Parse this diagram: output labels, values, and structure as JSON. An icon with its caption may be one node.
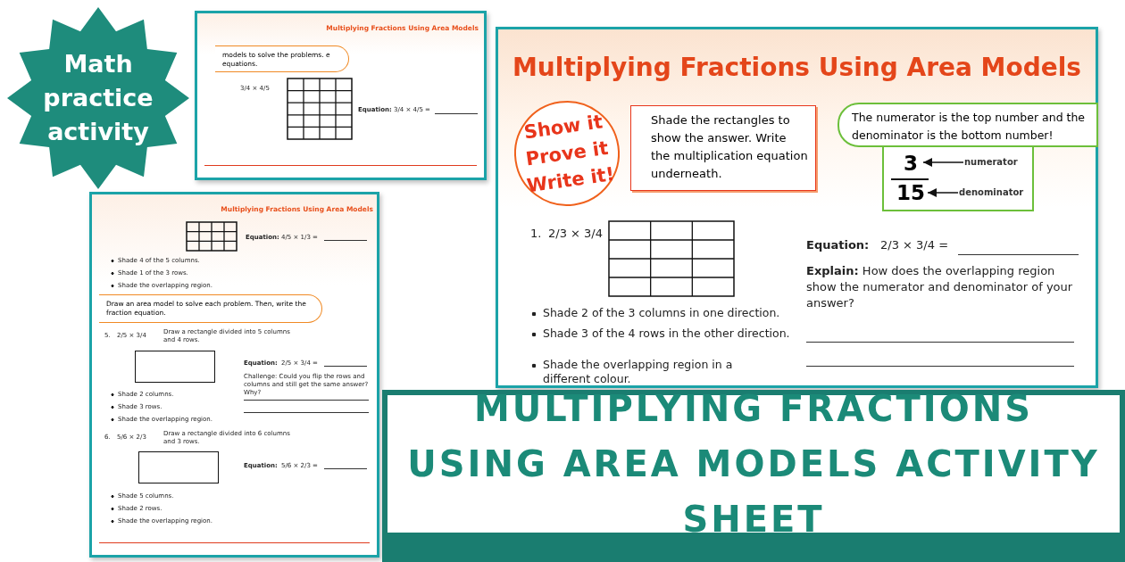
{
  "diagram": {
    "nodes": [
      {
        "text": [
          "Math practice activity"
        ]
      },
      {
        "text": [
          "Multiplying Fractions Using Area Models"
        ]
      },
      {
        "text": [
          "models to solve the problems. e equations."
        ],
        "in": 1
      },
      {
        "text": [
          "Multiplying Fractions Using Area Models"
        ]
      },
      {
        "text": [
          "Draw an area model to solve each problem. Then, write the fraction equation."
        ],
        "in": 3
      },
      {
        "text": [
          "Multiplying Fractions Using Area Models"
        ]
      },
      {
        "text": [
          "Show it Prove it Write it!"
        ],
        "in": 5
      },
      {
        "text": [
          "Shade the rectangles to show the answer. Write the multiplication equation underneath."
        ],
        "in": 5
      },
      {
        "text": [
          "The numerator is the top number and the denominator is the bottom number!"
        ],
        "in": 5
      },
      {
        "text": [],
        "shape": "box",
        "in": 5
      },
      {
        "text": [
          "3"
        ],
        "in": 9
      },
      {
        "text": [
          "15"
        ],
        "in": 9
      },
      {
        "text": [
          "numerator"
        ],
        "in": 9
      },
      {
        "text": [
          "denominator"
        ],
        "in": 9
      },
      {
        "text": [
          "MULTIPLYING FRACTIONS USING AREA MODELS ACTIVITY SHEET"
        ]
      },
      {
        "text": [],
        "shape": "box",
        "in": 3
      },
      {
        "text": [],
        "shape": "box",
        "in": 3
      }
    ],
    "edges": [
      {
        "from": 12,
        "to": 10,
        "arrow": "to"
      },
      {
        "from": 13,
        "to": 11,
        "arrow": "to"
      }
    ],
    "labels": [
      "3/4 × 4/5",
      "Equation:",
      "3/4 × 4/5 =",
      "Equation:",
      "4/5 × 1/3 =",
      "Shade 4 of the 5 columns.",
      "Shade 1 of the 3 rows.",
      "Shade the overlapping region.",
      "5.",
      "2/5 × 3/4",
      "Draw a rectangle divided into 5 columns and 4 rows.",
      "Equation:",
      "2/5 × 3/4 =",
      "Challenge: Could you flip the rows and columns and still get the same answer? Why?",
      "Shade 2 columns.",
      "Shade 3 rows.",
      "Shade the overlapping region.",
      "6.",
      "5/6 × 2/3",
      "Draw a rectangle divided into 6 columns and 3 rows.",
      "Equation:",
      "5/6 × 2/3 =",
      "Shade 5 columns.",
      "Shade 2 rows.",
      "Shade the overlapping region.",
      "1.",
      "2/3 × 3/4",
      "Equation:",
      "2/3 × 3/4 =",
      "**Explain:** How does the overlapping region show the numerator and denominator of your answer?",
      "Shade 2 of the 3 columns in one direction.",
      "Shade 3 of the 4 rows in the other direction.",
      "Shade the overlapping region in a different colour."
    ]
  }
}
